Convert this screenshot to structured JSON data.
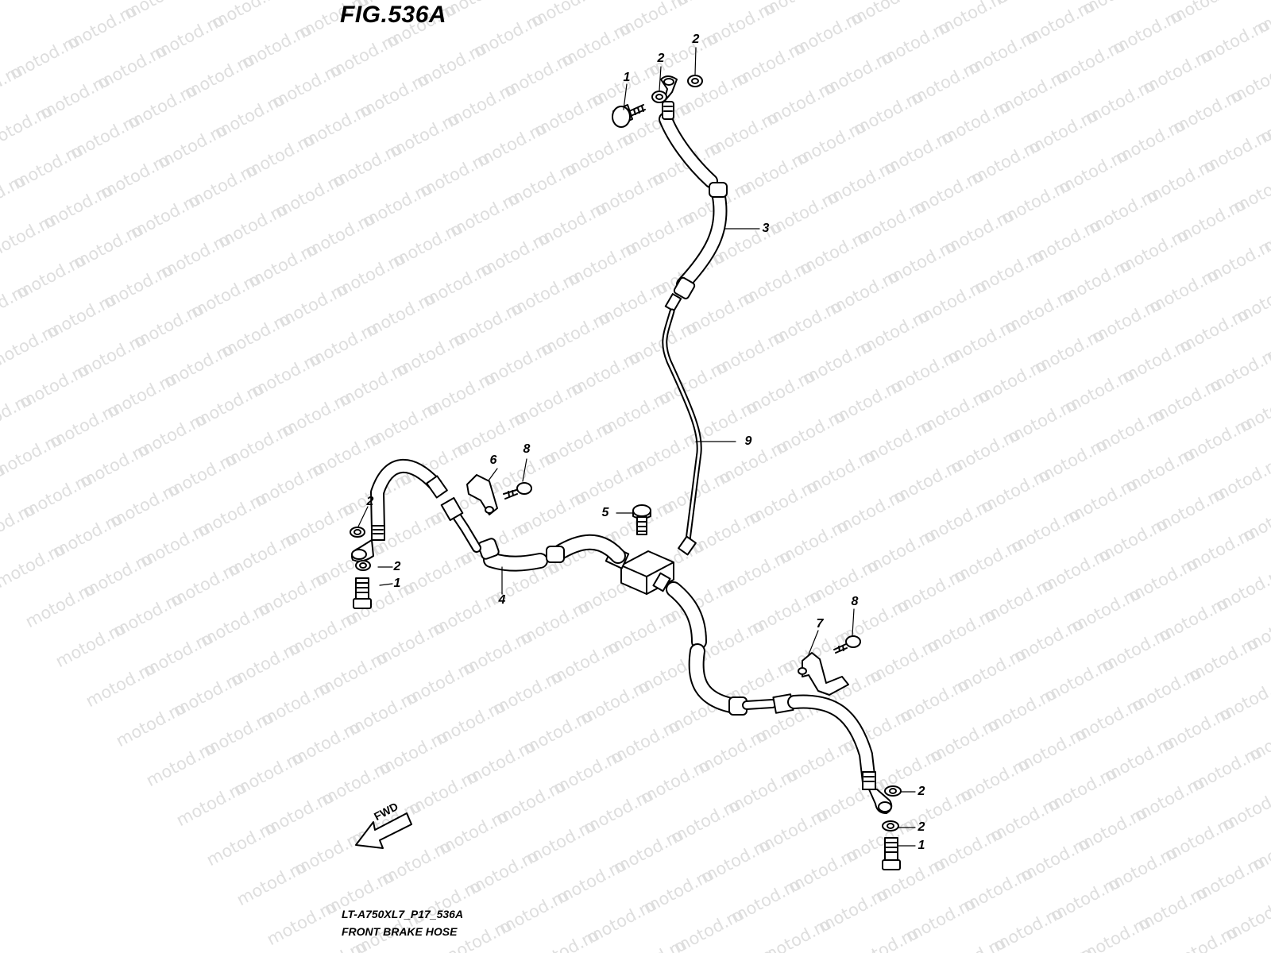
{
  "figure_title": "FIG.536A",
  "model_code": "LT-A750XL7_P17_536A",
  "caption": "FRONT BRAKE HOSE",
  "fwd_label": "FWD",
  "watermark": "motod.ru",
  "callouts": {
    "c1_top": "1",
    "c2_top_a": "2",
    "c2_top_b": "2",
    "c3": "3",
    "c9": "9",
    "c6": "6",
    "c8_left": "8",
    "c5": "5",
    "c2_left_a": "2",
    "c2_left_b": "2",
    "c1_left": "1",
    "c4": "4",
    "c7": "7",
    "c8_right": "8",
    "c2_right_a": "2",
    "c2_right_b": "2",
    "c1_right": "1"
  },
  "colors": {
    "line": "#000000",
    "watermark": "#dedede"
  }
}
